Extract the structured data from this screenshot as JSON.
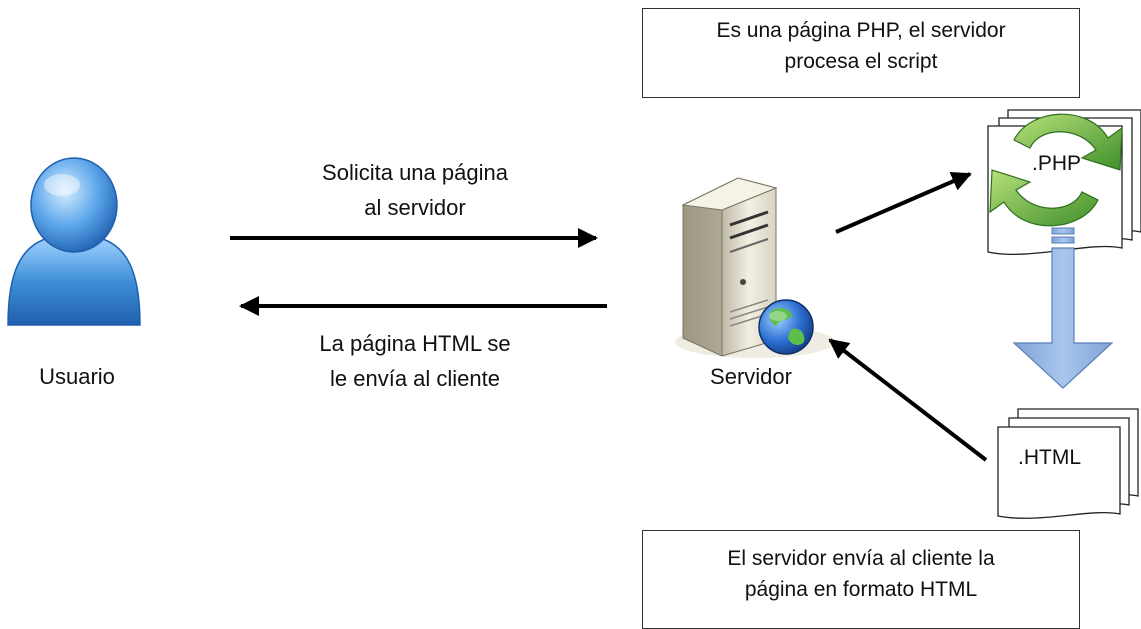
{
  "actors": {
    "user_label": "Usuario",
    "server_label": "Servidor"
  },
  "messages": {
    "request_line1": "Solicita una página",
    "request_line2": "al servidor",
    "response_line1": "La página HTML se",
    "response_line2": "le envía al cliente"
  },
  "notes": {
    "php_line1": "Es una página PHP, el servidor",
    "php_line2": "procesa el script",
    "html_line1": "El servidor envía al cliente la",
    "html_line2": "página en formato HTML"
  },
  "documents": {
    "php_label": ".PHP",
    "html_label": ".HTML"
  },
  "colors": {
    "user_blue": "#3f8fd8",
    "process_green": "#5aa83a",
    "flow_arrow_blue": "#8fb3e0",
    "arrow_black": "#000000"
  }
}
